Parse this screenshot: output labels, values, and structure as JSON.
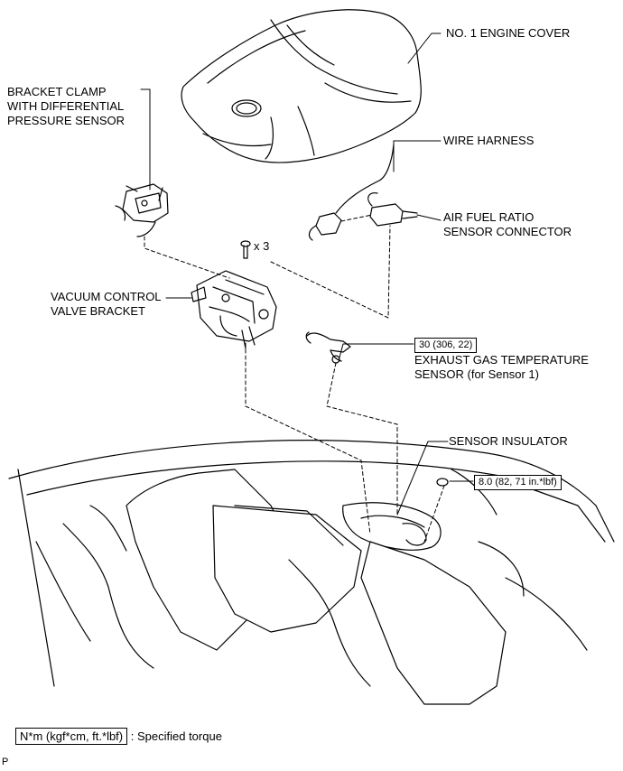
{
  "labels": {
    "engine_cover": "NO. 1 ENGINE COVER",
    "bracket_clamp_1": "BRACKET CLAMP",
    "bracket_clamp_2": "WITH DIFFERENTIAL",
    "bracket_clamp_3": "PRESSURE SENSOR",
    "wire_harness": "WIRE HARNESS",
    "air_fuel_1": "AIR FUEL RATIO",
    "air_fuel_2": "SENSOR CONNECTOR",
    "quantity": "x 3",
    "vacuum_1": "VACUUM CONTROL",
    "vacuum_2": "VALVE BRACKET",
    "exhaust_1": "EXHAUST GAS TEMPERATURE",
    "exhaust_2": "SENSOR (for Sensor 1)",
    "sensor_insulator": "SENSOR INSULATOR"
  },
  "torques": {
    "exhaust_sensor": "30 (306, 22)",
    "insulator_nut": "8.0 (82, 71 in.*lbf)"
  },
  "legend": {
    "unit_box": "N*m (kgf*cm, ft.*lbf)",
    "description": ": Specified torque"
  },
  "footer": {
    "code": "P"
  }
}
